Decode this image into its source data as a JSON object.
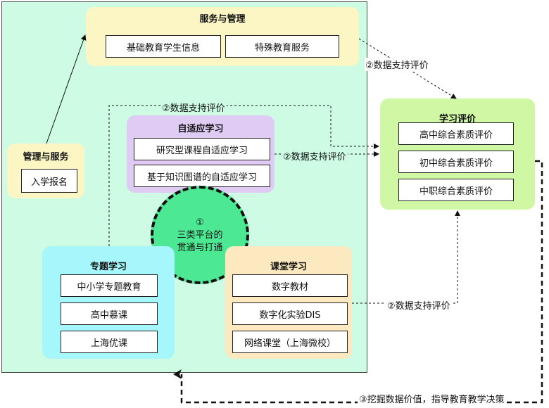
{
  "service": {
    "title": "服务与管理",
    "items": [
      "基础教育学生信息",
      "特殊教育服务"
    ]
  },
  "admin": {
    "title": "管理与服务",
    "items": [
      "入学报名"
    ]
  },
  "adaptive": {
    "title": "自适应学习",
    "items": [
      "研究型课程自适应学习",
      "基于知识图谱的自适应学习"
    ]
  },
  "center": {
    "number": "①",
    "line1": "三类平台的",
    "line2": "贯通与打通"
  },
  "topic": {
    "title": "专题学习",
    "items": [
      "中小学专题教育",
      "高中慕课",
      "上海优课"
    ]
  },
  "classroom": {
    "title": "课堂学习",
    "items": [
      "数字教材",
      "数字化实验DIS",
      "网络课堂（上海微校）"
    ]
  },
  "evaluation": {
    "title": "学习评价",
    "items": [
      "高中综合素质评价",
      "初中综合素质评价",
      "中职综合素质评价"
    ]
  },
  "labels": {
    "data_support_1": "②数据支持评价",
    "data_support_2": "②数据支持评价",
    "data_support_3": "②数据支持评价",
    "data_support_4": "②数据支持评价",
    "mining": "③挖掘数据价值，指导教育教学决策"
  },
  "colors": {
    "panel_bg": "#cdfbe3",
    "service": "#fcf6c5",
    "admin": "#fcf6c5",
    "adaptive": "#e0cbf5",
    "center_circle": "#4de893",
    "topic": "#a5f7fb",
    "classroom": "#fde9bf",
    "evaluation": "#d0f7a3"
  }
}
